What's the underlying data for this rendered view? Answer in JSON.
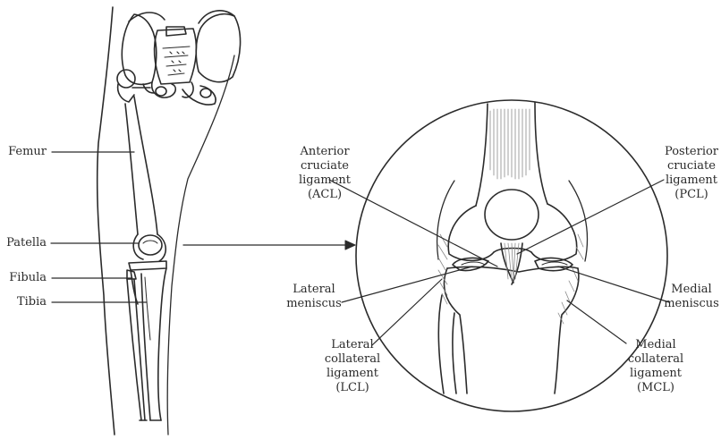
{
  "labels": {
    "femur": "Femur",
    "patella": "Patella",
    "fibula": "Fibula",
    "tibia": "Tibia",
    "acl": "Anterior\ncruciate\nligament\n(ACL)",
    "pcl": "Posterior\ncruciate\nligament\n(PCL)",
    "lateral_meniscus": "Lateral\nmeniscus",
    "medial_meniscus": "Medial\nmeniscus",
    "lcl": "Lateral\ncollateral\nligament\n(LCL)",
    "mcl": "Medial\ncollateral\nligament\n(MCL)"
  },
  "colors": {
    "ink": "#2b2b2b",
    "shading": "#8a8a8a"
  }
}
